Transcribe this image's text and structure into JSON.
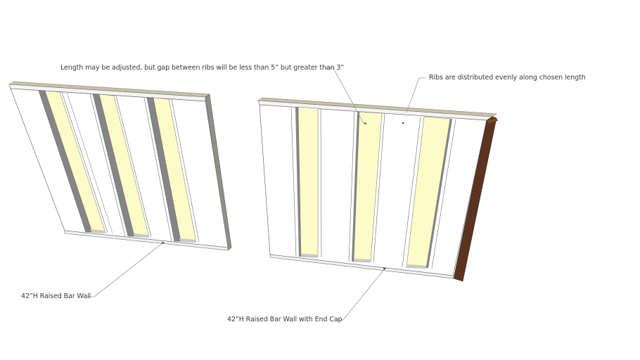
{
  "colors": {
    "background": "#ffffff",
    "panel_face": "#ffffff",
    "rib_fill": "#fdfcc8",
    "rib_shadow": "#8a8a8a",
    "edge_line": "#6e6e6e",
    "top_edge": "#b5ad96",
    "end_cap": "#5a3420",
    "leader_line": "#9a9a9a",
    "label_text": "#3a3a3a"
  },
  "annotations": {
    "gap_note": "Length may be adjusted, but gap between ribs will be less than 5” but greater than 3”",
    "ribs_note": "Ribs are distributed evenly along chosen length",
    "wall_left": "42”H Raised Bar Wall",
    "wall_right": "42”H Raised Bar Wall with End Cap"
  },
  "models": [
    {
      "name": "raised-bar-wall",
      "rib_count": 3,
      "end_cap": false
    },
    {
      "name": "raised-bar-wall-with-end-cap",
      "rib_count": 3,
      "end_cap": true
    }
  ]
}
